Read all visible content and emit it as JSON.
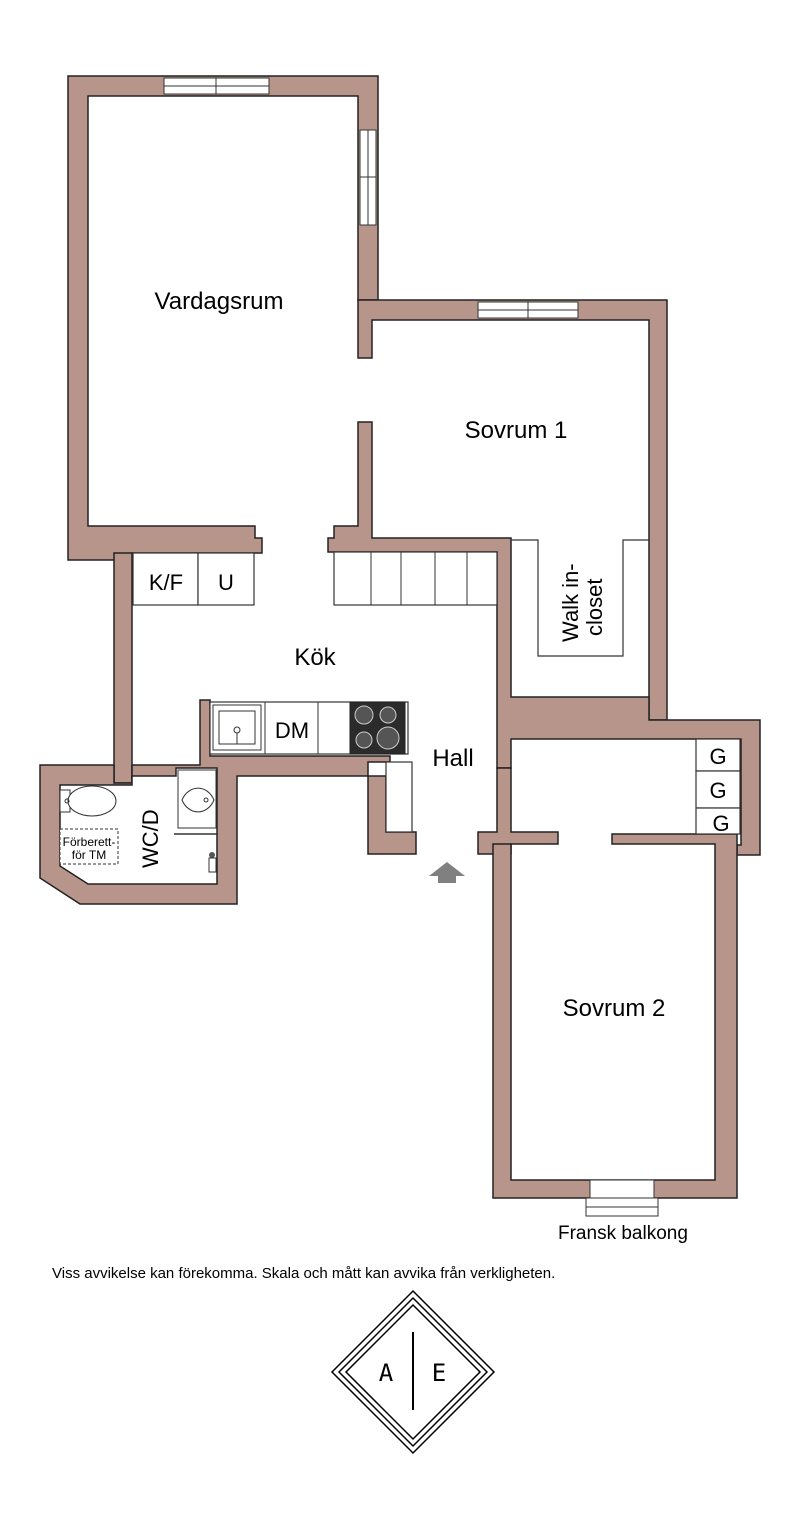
{
  "rooms": {
    "living": "Vardagsrum",
    "bedroom1": "Sovrum 1",
    "kitchen": "Kök",
    "hall": "Hall",
    "bedroom2": "Sovrum 2",
    "walkin_line1": "Walk in-",
    "walkin_line2": "closet",
    "wc": "WC/D",
    "tm_line1": "Förberett-",
    "tm_line2": "för TM"
  },
  "fixtures": {
    "kf": "K/F",
    "u": "U",
    "dm": "DM",
    "g1": "G",
    "g2": "G",
    "g3": "G"
  },
  "balcony_label": "Fransk balkong",
  "disclaimer": "Viss avvikelse kan förekomma. Skala och mått kan avvika från verkligheten.",
  "logo_letters": [
    "A",
    "E"
  ],
  "colors": {
    "wall": "#b8958a",
    "entrance_arrow": "#808080"
  }
}
